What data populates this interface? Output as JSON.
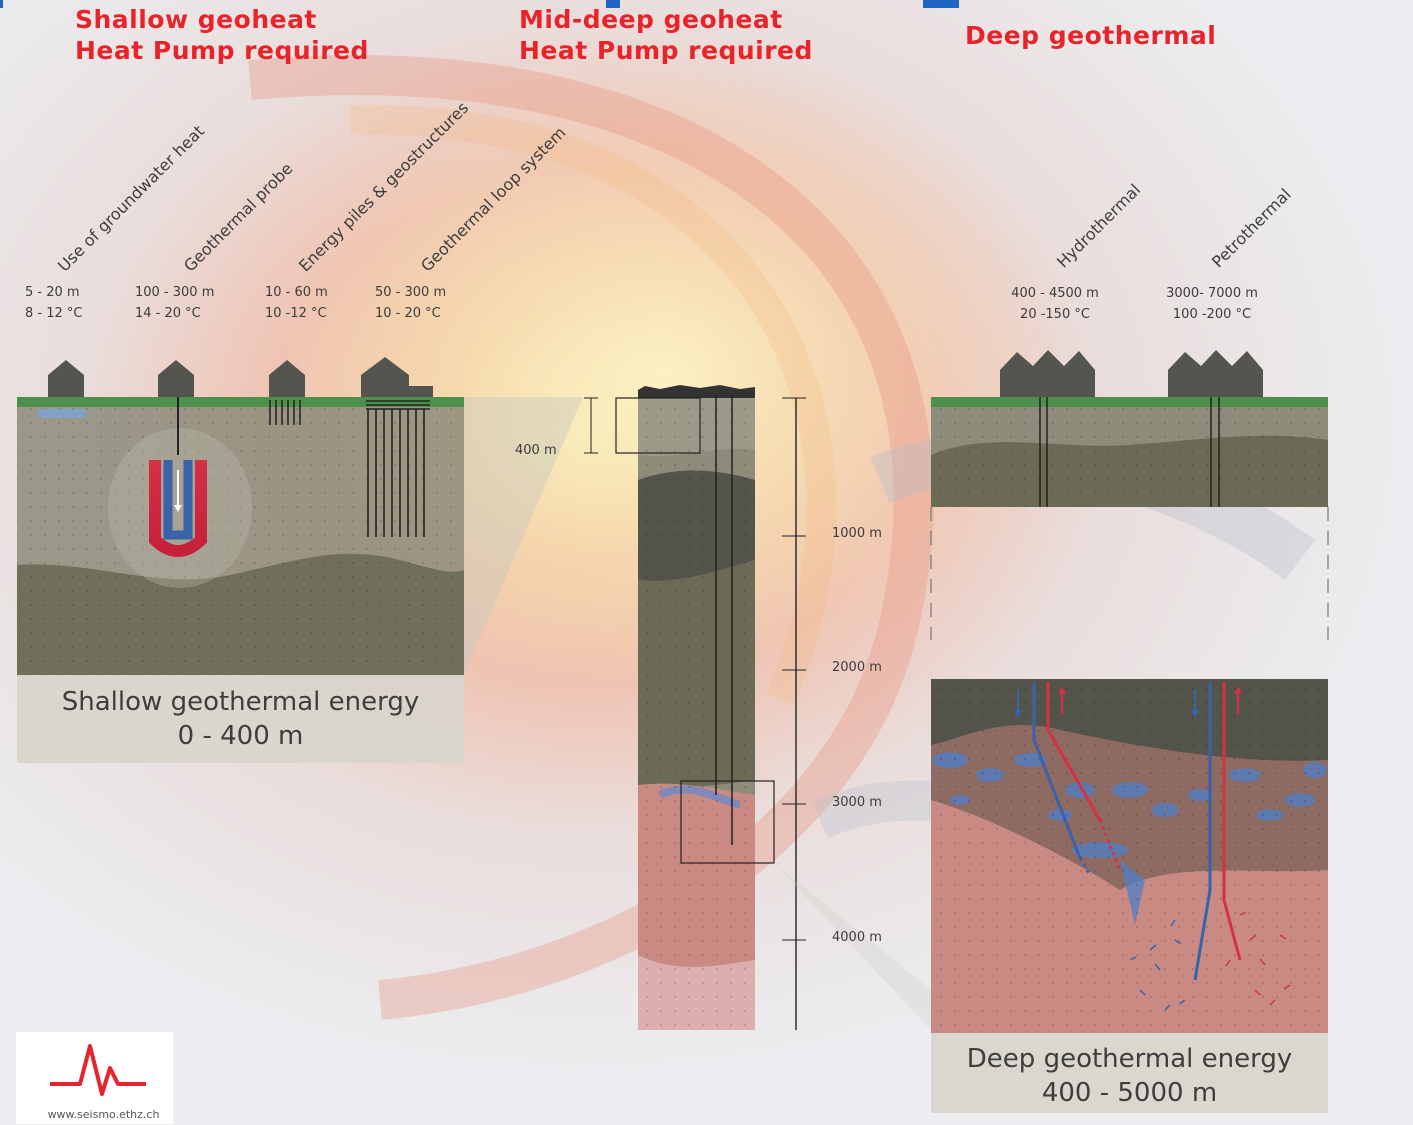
{
  "colors": {
    "title_red": "#e8242a",
    "ground_green": "#4f8f4c",
    "top_layer": "#8d8b7a",
    "mid_layer": "#6b6a55",
    "dark_layer": "#55544a",
    "hot_rock": "#c98a83",
    "water_blue": "#4f7fc8",
    "pipe_red": "#d63045"
  },
  "headers": {
    "shallow": [
      "Shallow geoheat",
      "Heat Pump required"
    ],
    "middeep": [
      "Mid-deep geoheat",
      "Heat Pump required"
    ],
    "deep": "Deep geothermal"
  },
  "shallow_systems": [
    {
      "label": "Use of groundwater heat",
      "depth": "5 - 20 m",
      "temp": "8 - 12 °C"
    },
    {
      "label": "Geothermal probe",
      "depth": "100 - 300 m",
      "temp": "14 - 20 °C"
    },
    {
      "label": "Energy piles & geostructures",
      "depth": "10 - 60 m",
      "temp": "10 -12 °C"
    },
    {
      "label": "Geothermal loop system",
      "depth": "50 - 300 m",
      "temp": "10 - 20 °C"
    }
  ],
  "deep_systems": [
    {
      "label": "Hydrothermal",
      "depth": "400 - 4500 m",
      "temp": "20 -150 °C"
    },
    {
      "label": "Petrothermal",
      "depth": "3000- 7000 m",
      "temp": "100 -200 °C"
    }
  ],
  "scale": {
    "marker_400": "400 m",
    "ticks": [
      "1000 m",
      "2000 m",
      "3000 m",
      "4000 m"
    ]
  },
  "panels": {
    "shallow": {
      "title": "Shallow geothermal energy",
      "range": "0 - 400 m"
    },
    "deep": {
      "title": "Deep geothermal energy",
      "range": "400 - 5000 m"
    }
  },
  "logo": {
    "url": "www.seismo.ethz.ch"
  }
}
